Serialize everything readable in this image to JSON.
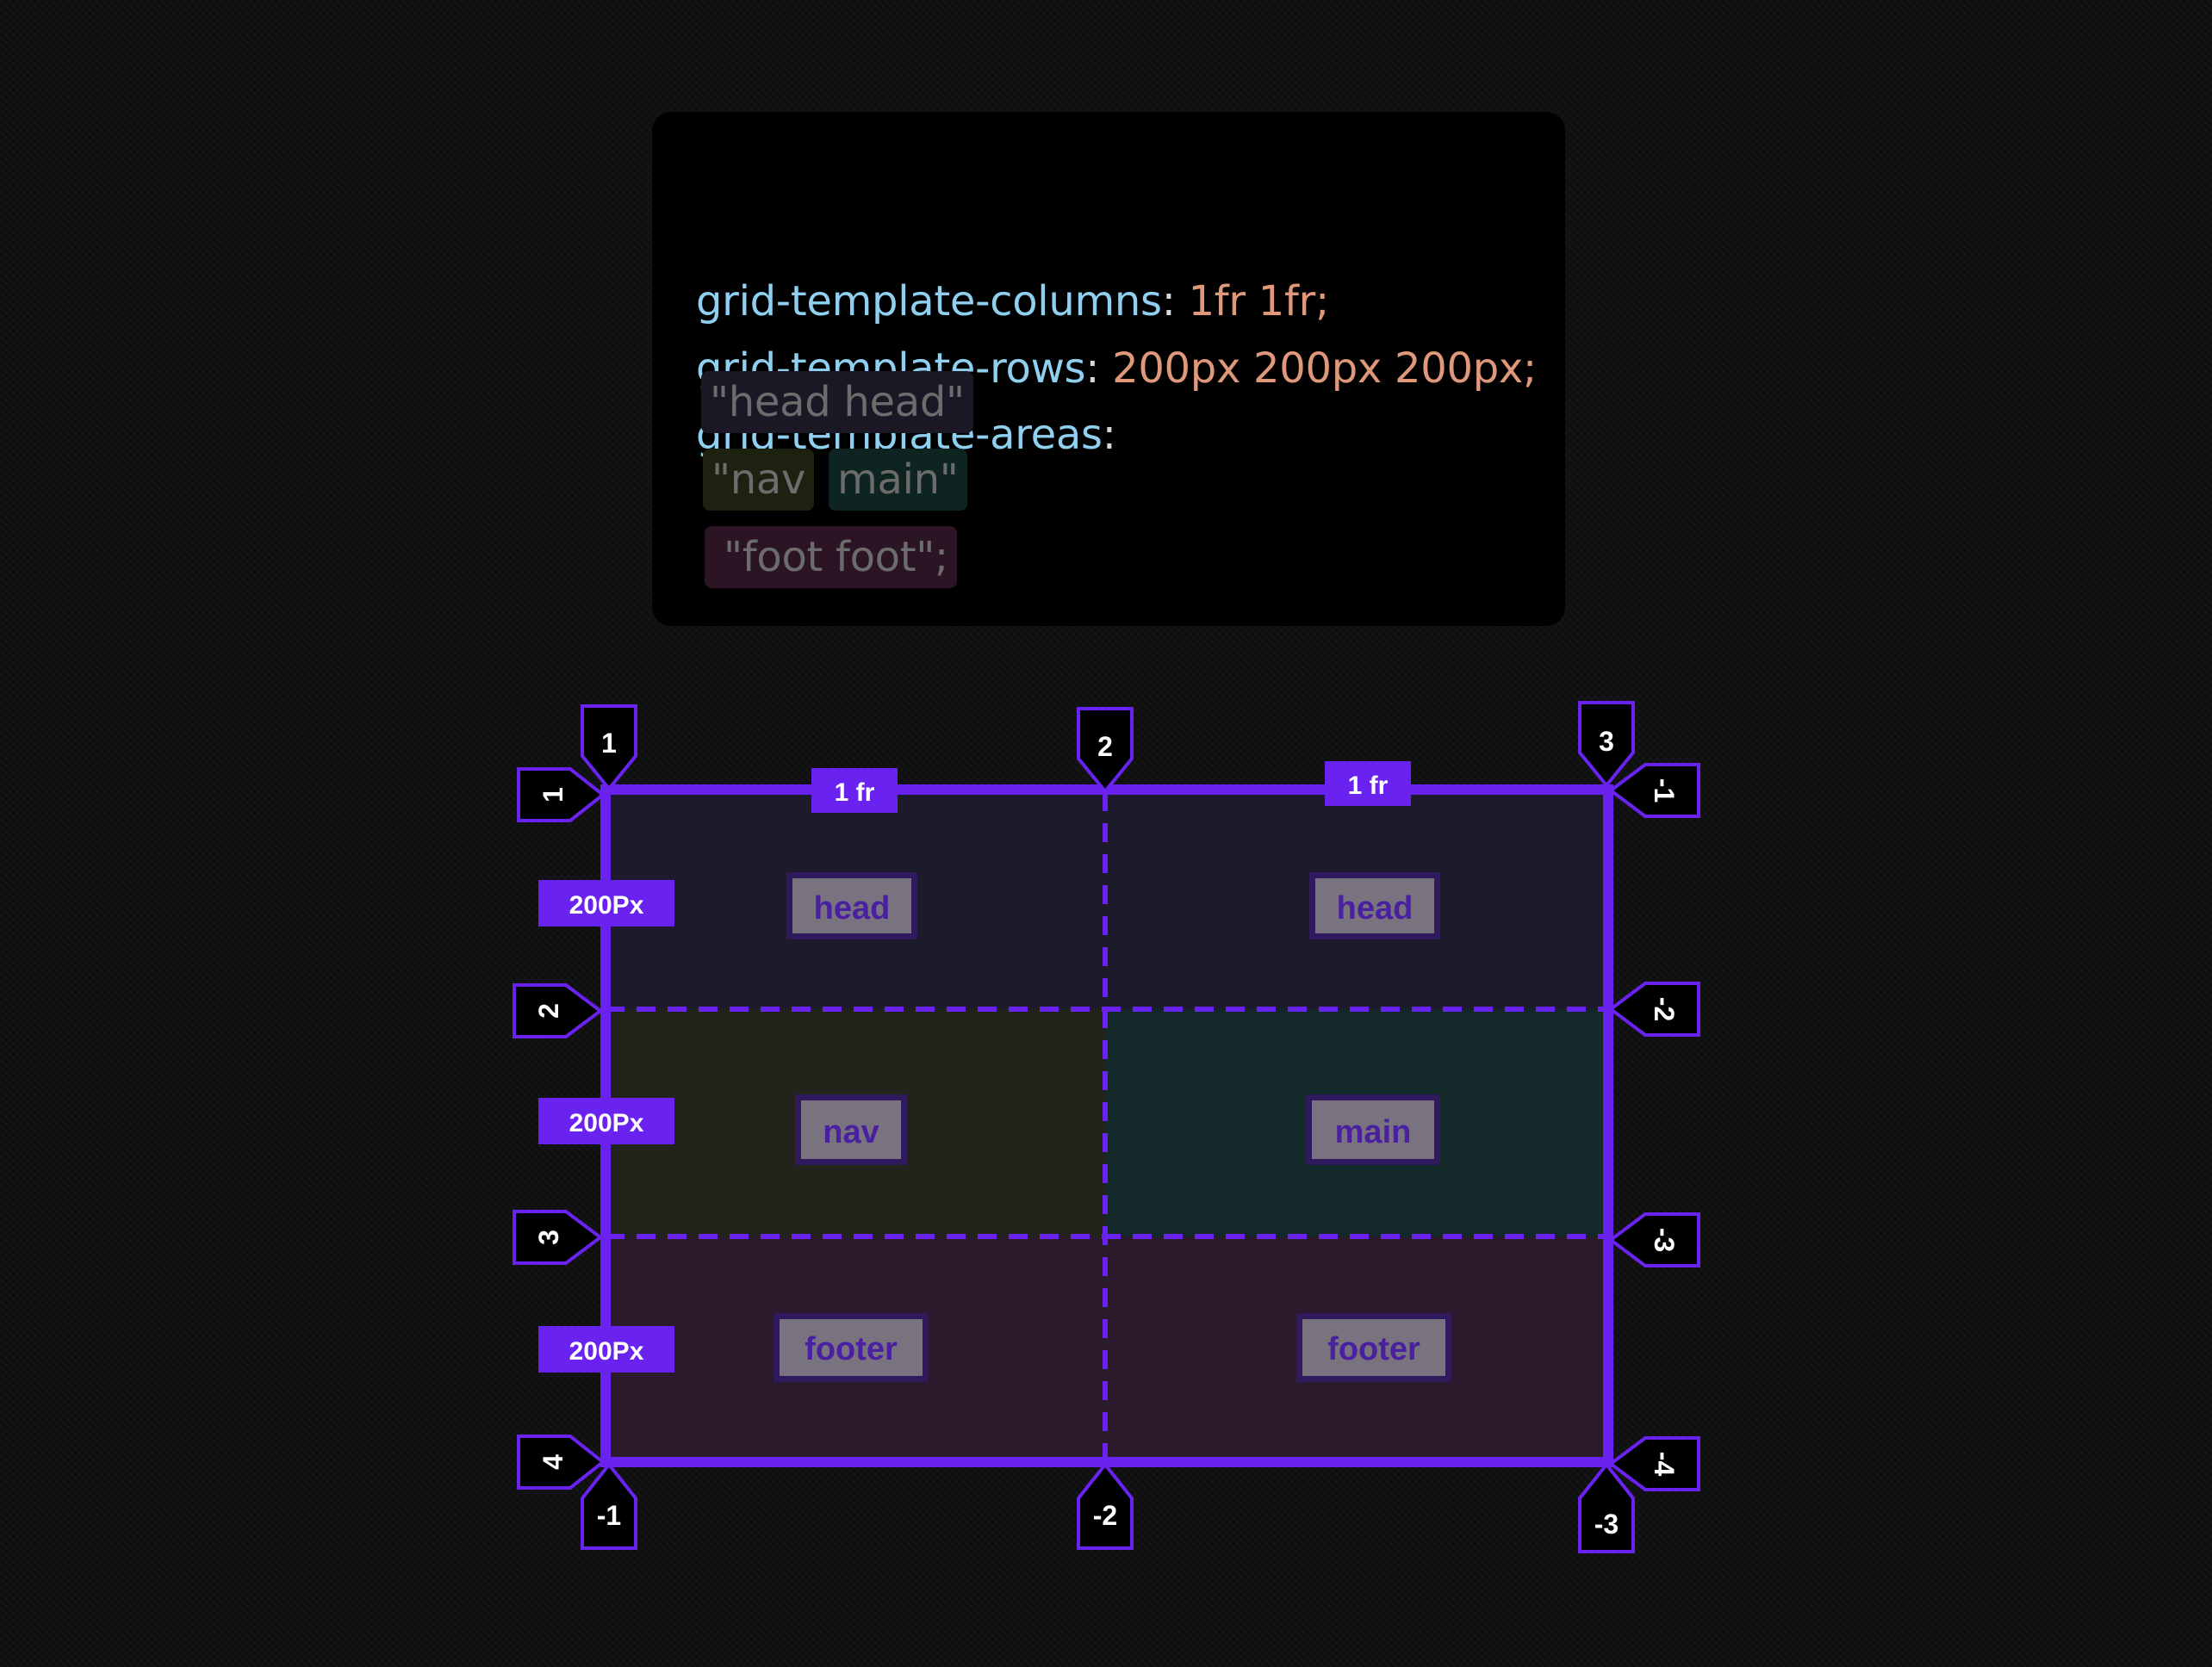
{
  "code": {
    "line1": {
      "prop": "grid-template-columns",
      "colon": ":",
      "value": " 1fr 1fr;"
    },
    "line2": {
      "prop": "grid-template-rows",
      "colon": ":",
      "value": " 200px 200px 200px;"
    },
    "line3": {
      "prop": "grid-template-areas",
      "colon": ":"
    },
    "areas": {
      "row1": "\"head head\"",
      "row2a": "\"nav",
      "row2b": "main\"",
      "row3": "\"foot foot\";"
    }
  },
  "grid": {
    "col_labels": [
      "1 fr",
      "1 fr"
    ],
    "row_labels": [
      "200Px",
      "200Px",
      "200Px"
    ],
    "cells": [
      [
        "head",
        "head"
      ],
      [
        "nav",
        "main"
      ],
      [
        "footer",
        "footer"
      ]
    ],
    "top_col_lines": [
      "1",
      "2",
      "3"
    ],
    "bottom_col_lines": [
      "-1",
      "-2",
      "-3"
    ],
    "left_row_lines": [
      "1",
      "2",
      "3",
      "4"
    ],
    "right_row_lines": [
      "-1",
      "-2",
      "-3",
      "-4"
    ]
  },
  "colors": {
    "accent": "#6a22f0",
    "head_bg": "#1c1a2b",
    "nav_bg": "#22241b",
    "main_bg": "#13292a",
    "foot_bg": "#2a1a2b",
    "prop": "#8fd0f0",
    "value": "#e0987a"
  }
}
